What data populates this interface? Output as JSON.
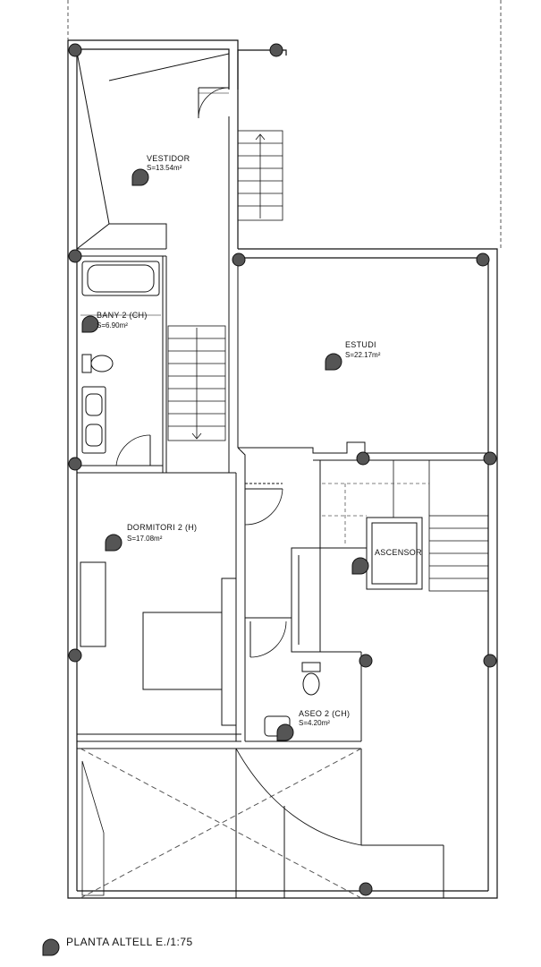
{
  "plan": {
    "caption": "PLANTA ALTELL E./1:75",
    "line_color": "#111111",
    "dash_color": "#555555",
    "column_fill": "#555555",
    "rooms": [
      {
        "id": "vestidor",
        "name": "VESTIDOR",
        "area": "S=13.54m²"
      },
      {
        "id": "bany-2",
        "name": "BANY 2 (CH)",
        "area": "S=6.90m²"
      },
      {
        "id": "estudi",
        "name": "ESTUDI",
        "area": "S=22.17m²"
      },
      {
        "id": "dormitori-2",
        "name": "DORMITORI 2 (H)",
        "area": "S=17.08m²"
      },
      {
        "id": "ascensor",
        "name": "ASCENSOR",
        "area": ""
      },
      {
        "id": "aseo-2",
        "name": "ASEO 2 (CH)",
        "area": "S=4.20m²"
      }
    ]
  }
}
